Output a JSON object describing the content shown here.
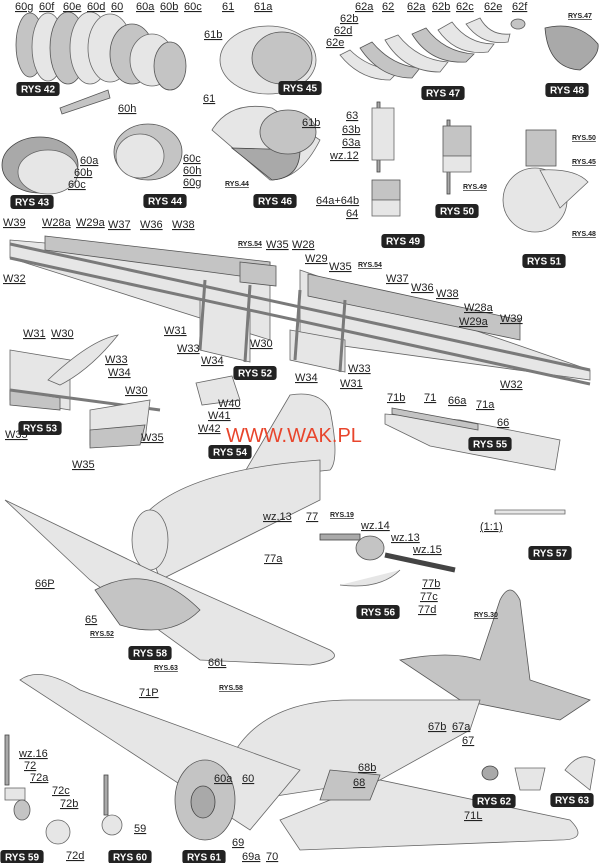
{
  "watermark": "WWW.WAK.PL",
  "colors": {
    "watermark": "#e8452c",
    "badge": "#222222",
    "part_light": "#e6e6e6",
    "part_mid": "#c4c4c4",
    "part_dark": "#a9a9a9"
  },
  "figures": [
    {
      "id": "rys42",
      "badge": "RYS 42",
      "labels": [
        "60g",
        "60f",
        "60e",
        "60d",
        "60",
        "60a",
        "60b",
        "60c",
        "60h"
      ],
      "refs": []
    },
    {
      "id": "rys43",
      "badge": "RYS 43",
      "labels": [
        "60a",
        "60b",
        "60c"
      ],
      "refs": []
    },
    {
      "id": "rys44",
      "badge": "RYS 44",
      "labels": [
        "60c",
        "60h",
        "60g"
      ],
      "refs": []
    },
    {
      "id": "rys45",
      "badge": "RYS 45",
      "labels": [
        "61",
        "61a",
        "61b"
      ],
      "refs": []
    },
    {
      "id": "rys46",
      "badge": "RYS 46",
      "labels": [
        "61",
        "61b"
      ],
      "refs": [
        "RYS.44"
      ]
    },
    {
      "id": "rys47",
      "badge": "RYS 47",
      "labels": [
        "62a",
        "62",
        "62a",
        "62b",
        "62c",
        "62e",
        "62f",
        "62b",
        "62d",
        "62e"
      ],
      "refs": []
    },
    {
      "id": "rys48",
      "badge": "RYS 48",
      "labels": [],
      "refs": [
        "RYS.47"
      ]
    },
    {
      "id": "rys49",
      "badge": "RYS 49",
      "labels": [
        "63",
        "63b",
        "63a",
        "wz.12",
        "64a+64b",
        "64"
      ],
      "refs": []
    },
    {
      "id": "rys50",
      "badge": "RYS 50",
      "labels": [],
      "refs": [
        "RYS.49"
      ]
    },
    {
      "id": "rys51",
      "badge": "RYS 51",
      "labels": [],
      "refs": [
        "RYS.50",
        "RYS.45",
        "RYS.48"
      ]
    },
    {
      "id": "rys52",
      "badge": "RYS 52",
      "labels": [
        "W39",
        "W28a",
        "W29a",
        "W37",
        "W36",
        "W38",
        "W32",
        "W35",
        "W28",
        "W29",
        "W35",
        "W37",
        "W36",
        "W38",
        "W28a",
        "W29a",
        "W39",
        "W31",
        "W33",
        "W34",
        "W30",
        "W34",
        "W33",
        "W31",
        "W32"
      ],
      "refs": [
        "RYS.54",
        "RYS.54"
      ]
    },
    {
      "id": "rys53",
      "badge": "RYS 53",
      "labels": [
        "W31",
        "W30",
        "W33",
        "W34",
        "W30",
        "W35",
        "W35",
        "W35"
      ],
      "refs": []
    },
    {
      "id": "rys54",
      "badge": "RYS 54",
      "labels": [
        "W40",
        "W41",
        "W42"
      ],
      "refs": []
    },
    {
      "id": "rys55",
      "badge": "RYS 55",
      "labels": [
        "71b",
        "71",
        "66a",
        "71a",
        "66"
      ],
      "refs": []
    },
    {
      "id": "rys56",
      "badge": "RYS 56",
      "labels": [
        "wz.13",
        "77",
        "wz.14",
        "wz.13",
        "wz.15",
        "77a",
        "77b",
        "77c",
        "77d"
      ],
      "refs": [
        "RYS.19"
      ]
    },
    {
      "id": "rys57",
      "badge": "RYS 57",
      "labels": [
        "(1:1)"
      ],
      "refs": []
    },
    {
      "id": "rys58",
      "badge": "RYS 58",
      "labels": [
        "66P",
        "65",
        "66L"
      ],
      "refs": [
        "RYS.52",
        "RYS.63"
      ]
    },
    {
      "id": "rys61",
      "badge": "RYS 61",
      "labels": [
        "71P",
        "60a",
        "60",
        "68b",
        "68",
        "59",
        "69",
        "69a",
        "70",
        "71L"
      ],
      "refs": [
        "RYS.58",
        "RYS.30"
      ]
    },
    {
      "id": "rys62",
      "badge": "RYS 62",
      "labels": [
        "67b",
        "67a",
        "67"
      ],
      "refs": []
    },
    {
      "id": "rys63",
      "badge": "RYS 63",
      "labels": [],
      "refs": []
    },
    {
      "id": "rys59",
      "badge": "RYS 59",
      "labels": [
        "wz.16",
        "72",
        "72a",
        "72c",
        "72b",
        "72d"
      ],
      "refs": []
    },
    {
      "id": "rys60",
      "badge": "RYS 60",
      "labels": [],
      "refs": []
    }
  ]
}
